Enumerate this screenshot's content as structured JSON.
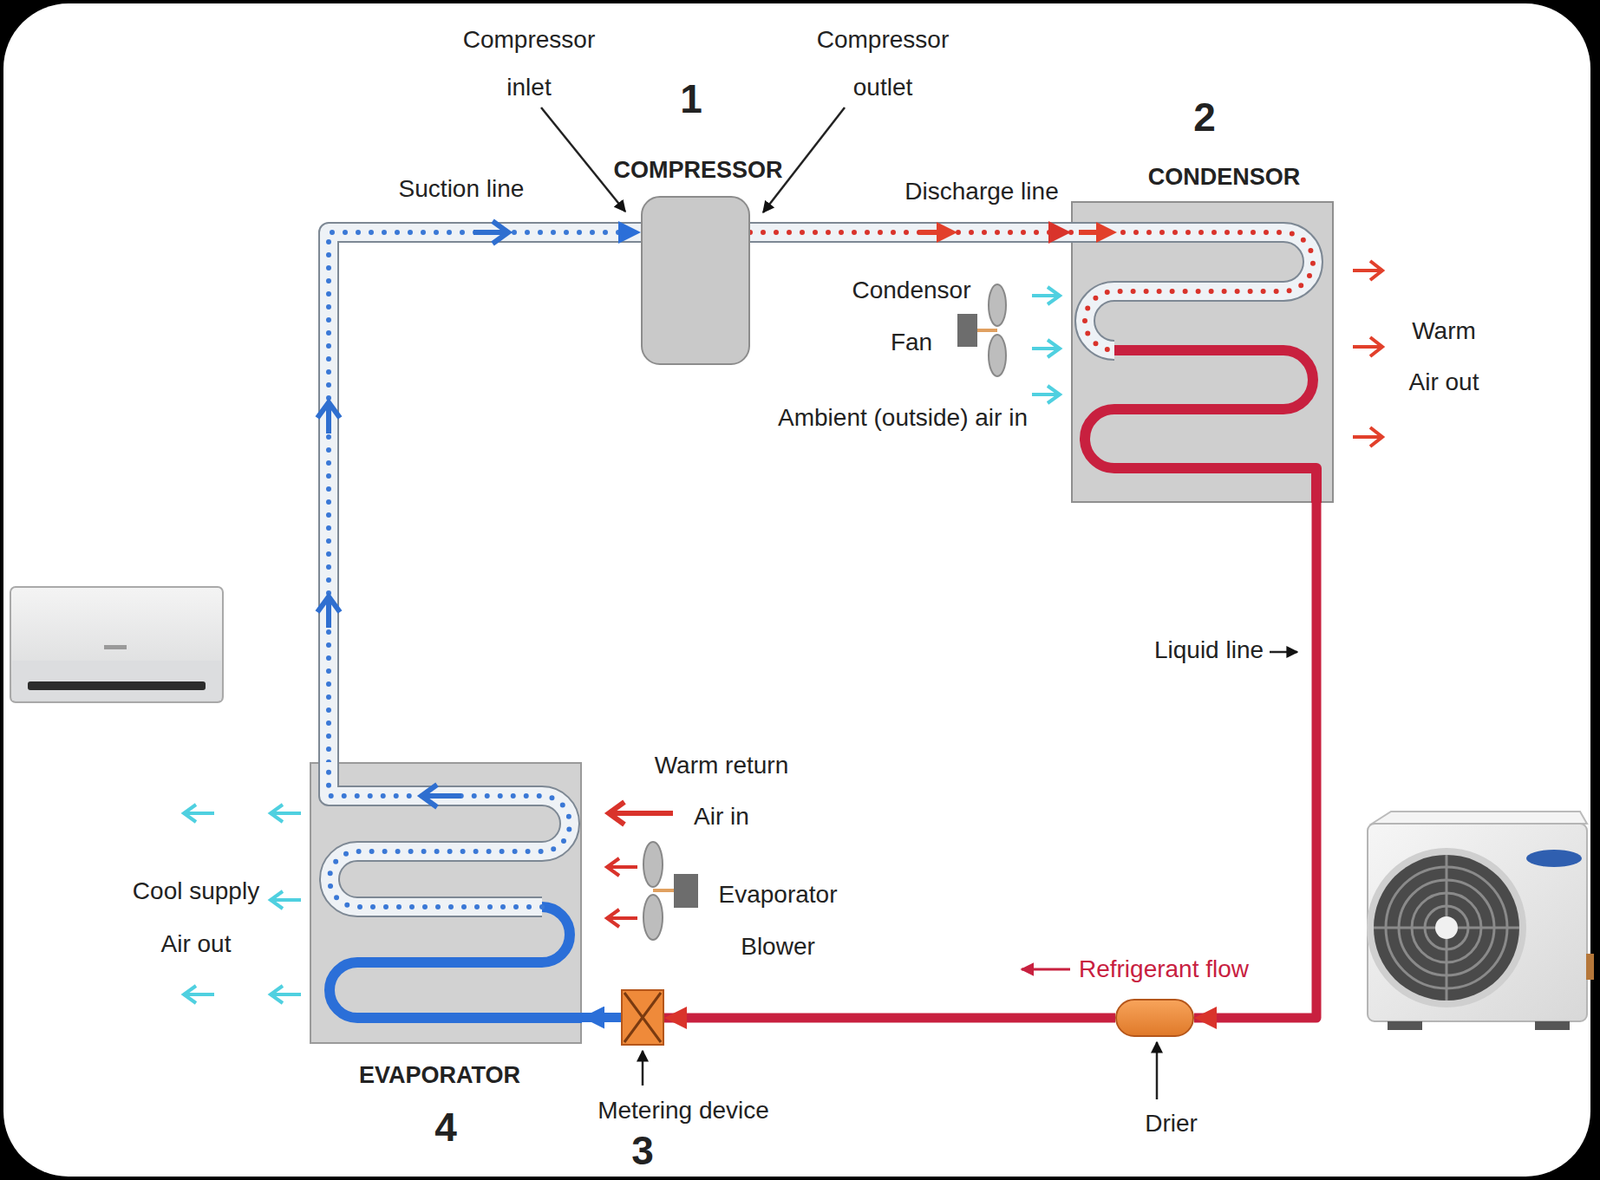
{
  "diagram": {
    "nodes": [
      {
        "text": [
          "COMPRESSOR"
        ]
      },
      {
        "text": [
          "CONDENSOR"
        ]
      },
      {
        "text": [
          "Drier"
        ]
      },
      {
        "text": [
          "Metering device"
        ]
      },
      {
        "text": [
          "EVAPORATOR"
        ]
      }
    ],
    "edges": [
      {
        "from": 0,
        "to": 1,
        "arrow": "to",
        "label": "Discharge line"
      },
      {
        "from": 1,
        "to": 2,
        "arrow": "to",
        "label": "Liquid line"
      },
      {
        "from": 2,
        "to": 3,
        "arrow": "to",
        "label": "Refrigerant flow"
      },
      {
        "from": 3,
        "to": 4,
        "arrow": "to"
      },
      {
        "from": 4,
        "to": 0,
        "arrow": "to",
        "label": "Suction line"
      }
    ],
    "labels": [
      "Compressor inlet",
      "Compressor outlet",
      "1",
      "2",
      "Condensor Fan",
      "Ambient (outside) air in",
      "Warm Air out",
      "Warm return Air in",
      "Evaporator Blower",
      "Cool supply Air out",
      "3",
      "4"
    ]
  }
}
